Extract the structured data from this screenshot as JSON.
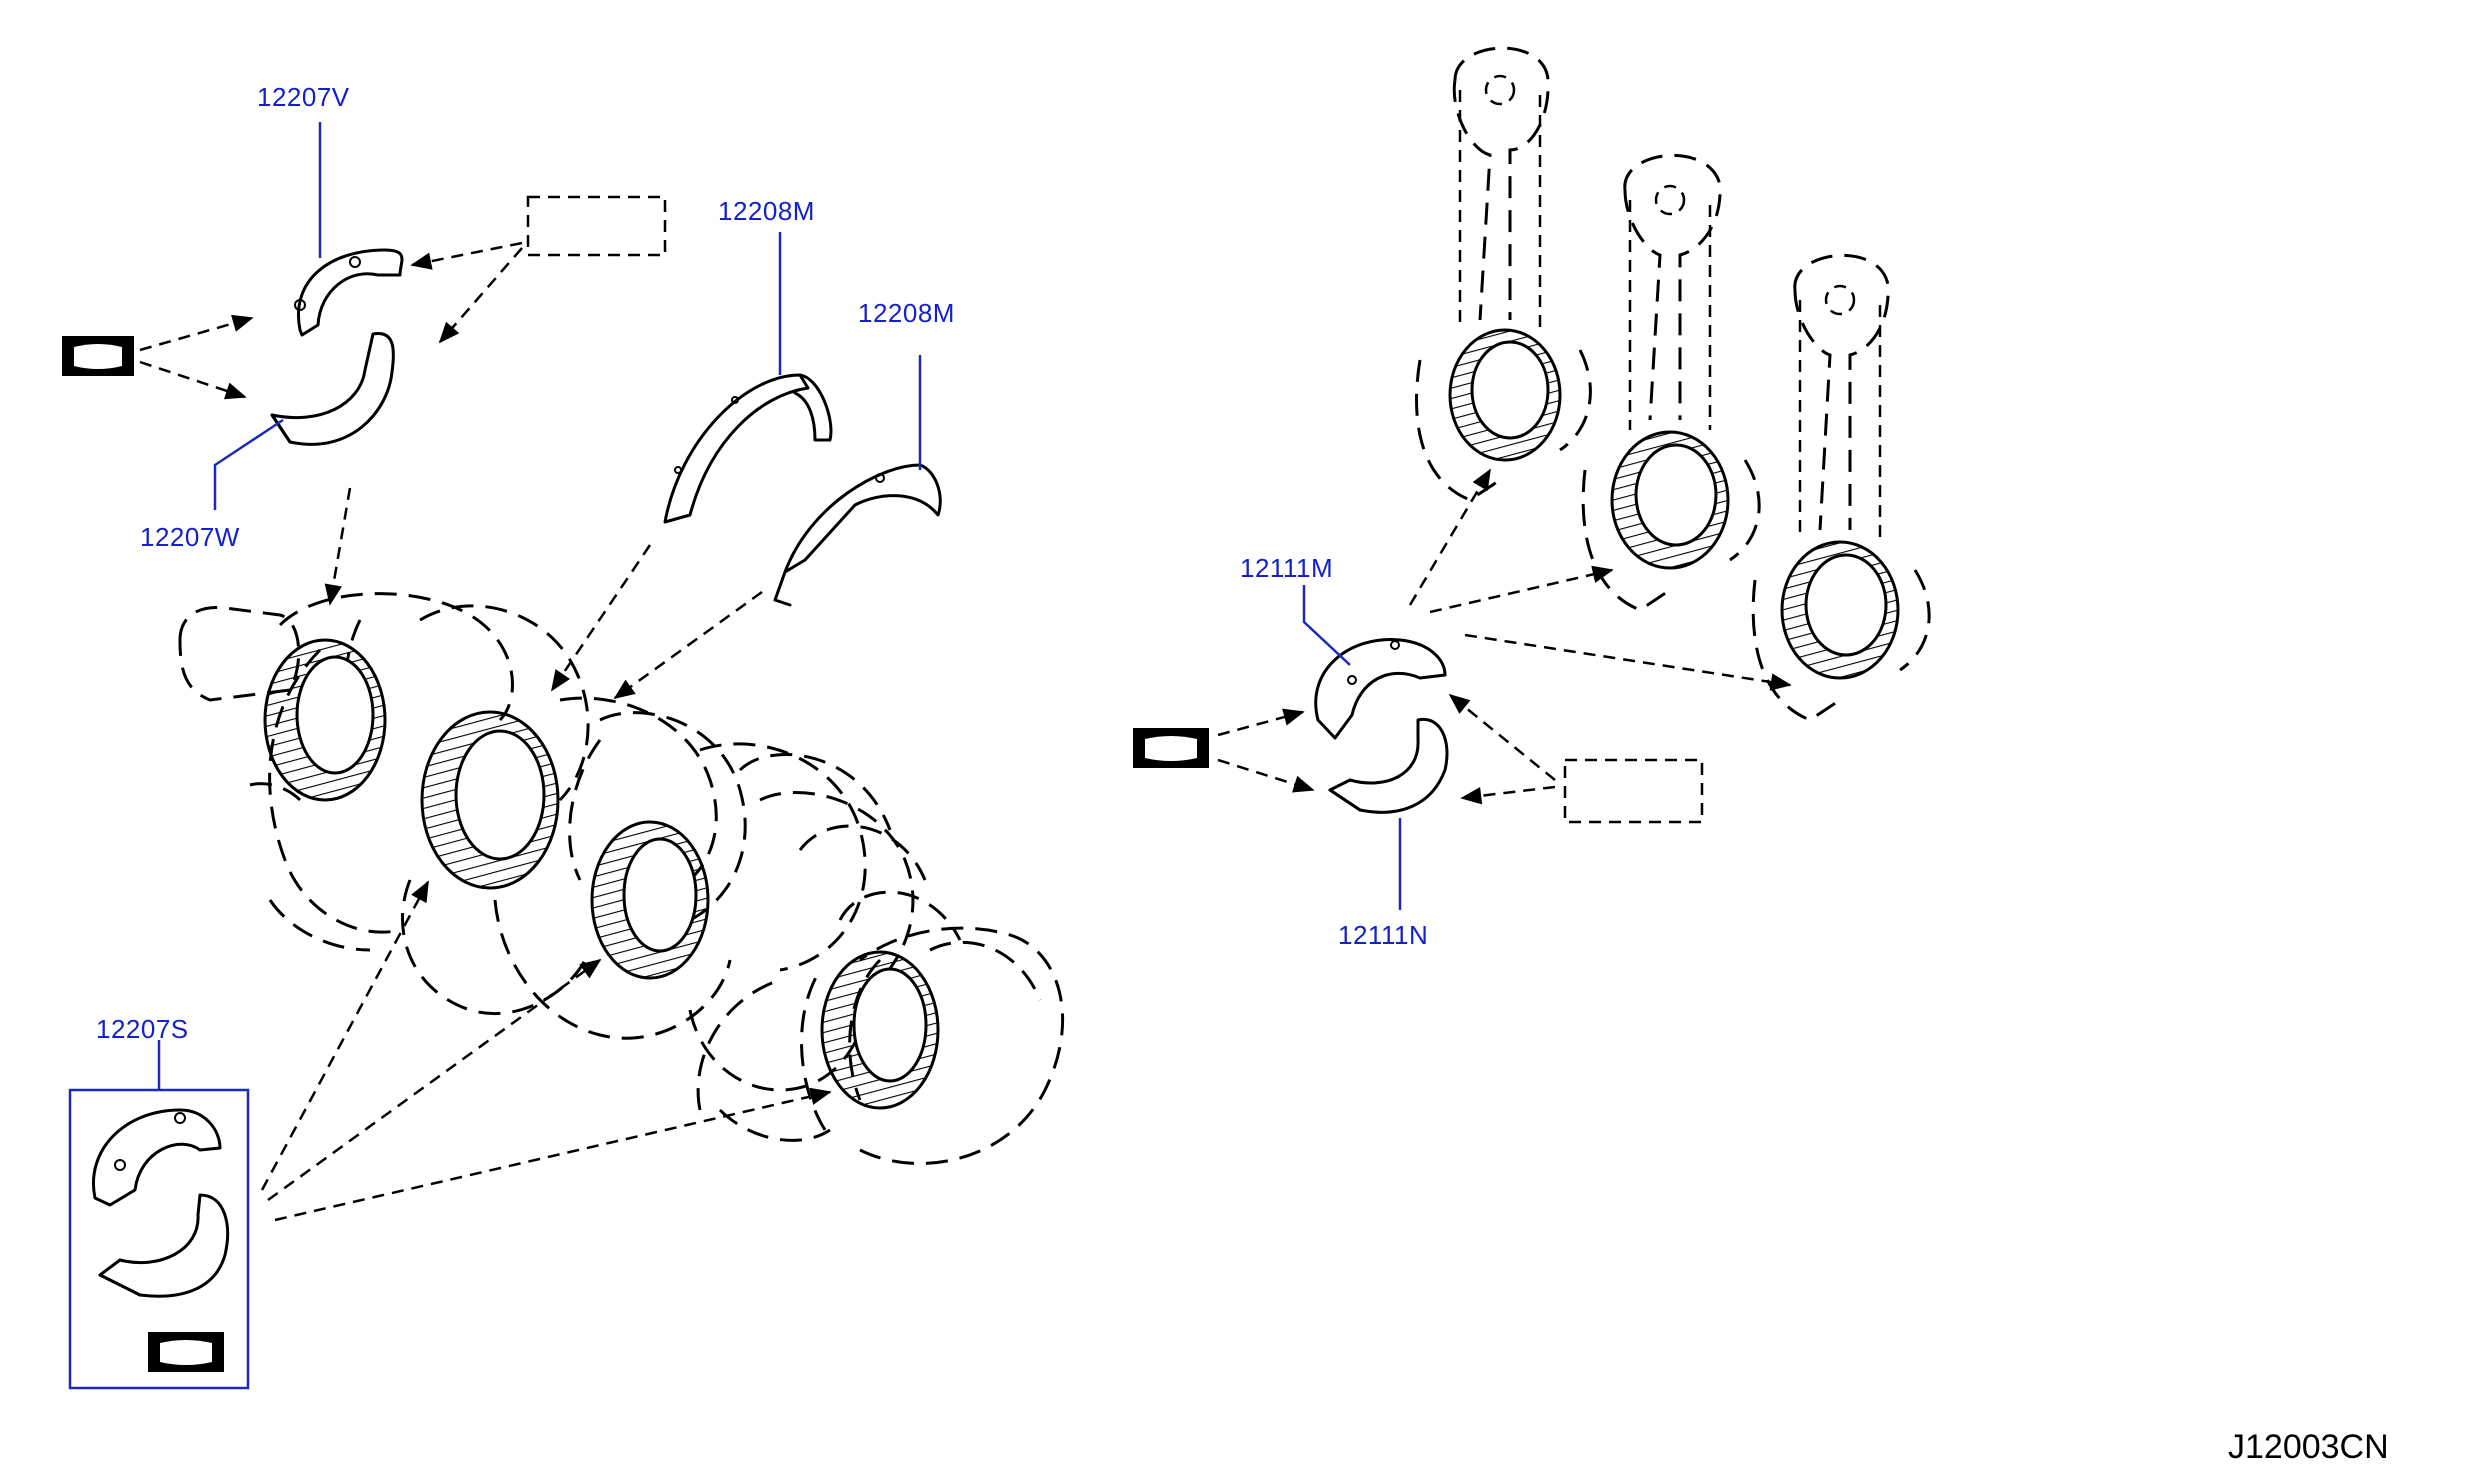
{
  "labels": {
    "p12207V": "12207V",
    "p12207W": "12207W",
    "p12208M_a": "12208M",
    "p12208M_b": "12208M",
    "p12207S": "12207S",
    "p12111M": "12111M",
    "p12111N": "12111N"
  },
  "diagram_code": "J12003CN",
  "colors": {
    "part_label": "#1521c8",
    "line": "#000000"
  },
  "icons": [
    "not-serviced-bracket-icon",
    "alternative-part-box-icon"
  ]
}
